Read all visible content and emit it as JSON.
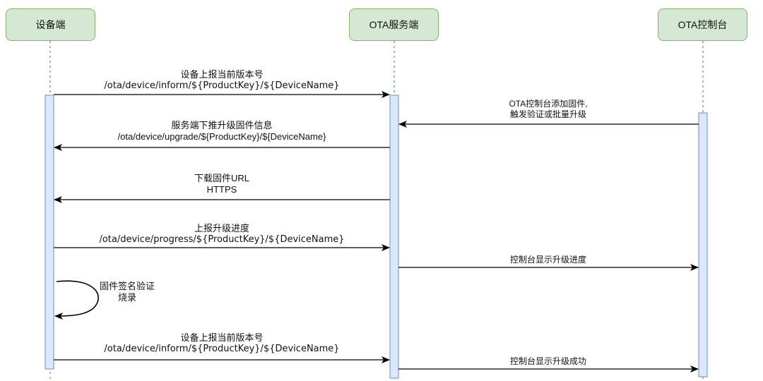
{
  "participants": {
    "device": "设备端",
    "server": "OTA服务端",
    "console": "OTA控制台"
  },
  "messages": {
    "m1": {
      "line1": "设备上报当前版本号",
      "line2": "/ota/device/inform/${ProductKey}/${DeviceName}"
    },
    "m2": {
      "line1": "OTA控制台添加固件,",
      "line2": "触发验证或批量升级"
    },
    "m3": {
      "line1": "服务端下推升级固件信息",
      "line2": "/ota/device/upgrade/${ProductKey}/${DeviceName}"
    },
    "m4": {
      "line1": "下载固件URL",
      "line2": "HTTPS"
    },
    "m5": {
      "line1": "上报升级进度",
      "line2": "/ota/device/progress/${ProductKey}/${DeviceName}"
    },
    "m6": {
      "line1": "控制台显示升级进度"
    },
    "m7": {
      "line1": "固件签名验证",
      "line2": "烧录"
    },
    "m8": {
      "line1": "设备上报当前版本号",
      "line2": "/ota/device/inform/${ProductKey}/${DeviceName}"
    },
    "m9": {
      "line1": "控制台显示升级成功"
    }
  },
  "colors": {
    "actor_fill": "#d5e8d4",
    "actor_border": "#82b366",
    "lifeline": "#82b366",
    "activation_fill": "#dae8fc",
    "activation_border": "#6c8ebf",
    "arrow": "#000000"
  }
}
